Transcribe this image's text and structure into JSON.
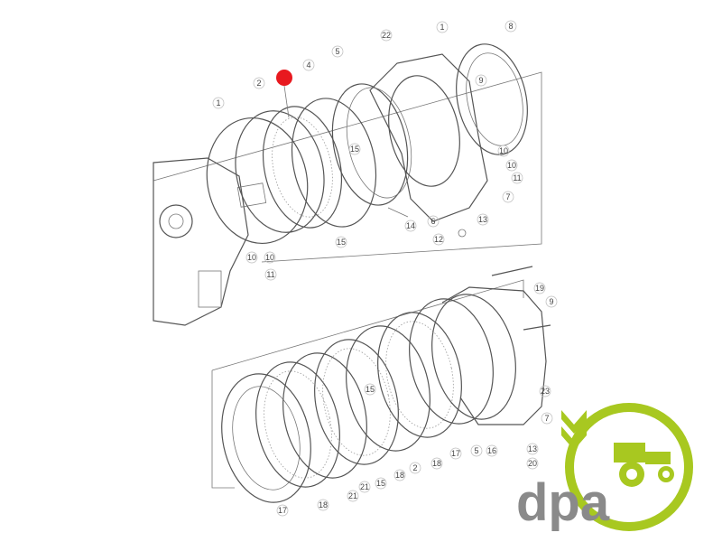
{
  "diagram": {
    "title": "Clutch pack exploded view",
    "highlight_color": "#e8191f",
    "callouts_top": [
      "22",
      "1",
      "8",
      "1",
      "2",
      "4",
      "5",
      "9",
      "15",
      "10",
      "10",
      "11",
      "7",
      "14",
      "6",
      "13",
      "12",
      "15",
      "10",
      "10",
      "11"
    ],
    "callouts_bottom": [
      "19",
      "9",
      "15",
      "23",
      "7",
      "17",
      "5",
      "16",
      "13",
      "20",
      "18",
      "2",
      "18",
      "15",
      "21",
      "21",
      "18",
      "17"
    ]
  },
  "logo": {
    "text": "dpa",
    "accent_color": "#a8c820",
    "text_color": "#8a8a8a"
  }
}
